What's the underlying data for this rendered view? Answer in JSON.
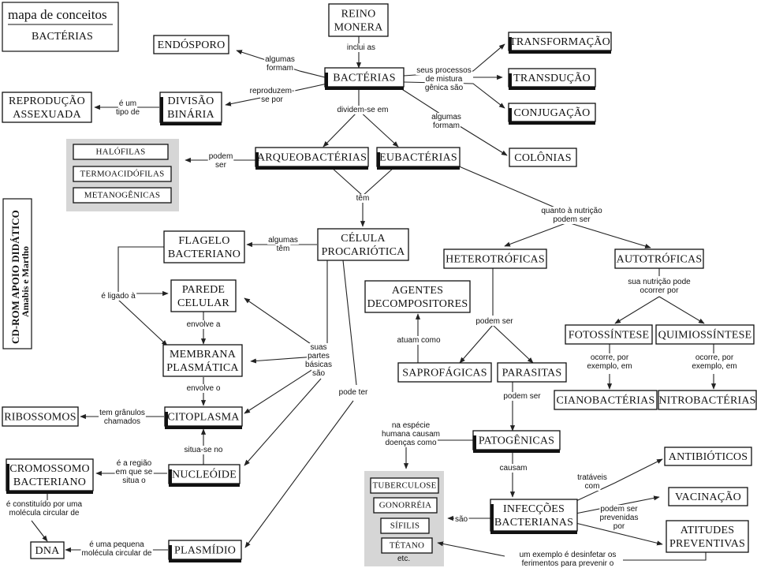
{
  "title": {
    "line1": "mapa de conceitos",
    "line2": "BACTÉRIAS"
  },
  "side_label": {
    "line1": "CD-ROM APOIO DIDÁTICO",
    "line2": "Amabis e Martho"
  },
  "nodes": {
    "reino": [
      "REINO",
      "MONERA"
    ],
    "bacterias": [
      "BACTÉRIAS"
    ],
    "endosporo": [
      "ENDÓSPORO"
    ],
    "transformacao": [
      "TRANSFORMAÇÃO"
    ],
    "transducao": [
      "TRANSDUÇÃO"
    ],
    "conjugacao": [
      "CONJUGAÇÃO"
    ],
    "colonias": [
      "COLÔNIAS"
    ],
    "divisao": [
      "DIVISÃO",
      "BINÁRIA"
    ],
    "reproducao": [
      "REPRODUÇÃO",
      "ASSEXUADA"
    ],
    "arqueo": [
      "ARQUEOBACTÉRIAS"
    ],
    "eubac": [
      "EUBACTÉRIAS"
    ],
    "halofilas": [
      "HALÓFILAS"
    ],
    "termo": [
      "TERMOACIDÓFILAS"
    ],
    "metano": [
      "METANOGÊNICAS"
    ],
    "celula": [
      "CÉLULA",
      "PROCARIÓTICA"
    ],
    "flagelo": [
      "FLAGELO",
      "BACTERIANO"
    ],
    "parede": [
      "PAREDE",
      "CELULAR"
    ],
    "membrana": [
      "MEMBRANA",
      "PLASMÁTICA"
    ],
    "citoplasma": [
      "CITOPLASMA"
    ],
    "ribossomos": [
      "RIBOSSOMOS"
    ],
    "nucleoide": [
      "NUCLEÓIDE"
    ],
    "cromossomo": [
      "CROMOSSOMO",
      "BACTERIANO"
    ],
    "dna": [
      "DNA"
    ],
    "plasmidio": [
      "PLASMÍDIO"
    ],
    "hetero": [
      "HETEROTRÓFICAS"
    ],
    "auto": [
      "AUTOTRÓFICAS"
    ],
    "agentes": [
      "AGENTES",
      "DECOMPOSITORES"
    ],
    "saprofagicas": [
      "SAPROFÁGICAS"
    ],
    "parasitas": [
      "PARASITAS"
    ],
    "foto": [
      "FOTOSSÍNTESE"
    ],
    "quimio": [
      "QUIMIOSSÍNTESE"
    ],
    "ciano": [
      "CIANOBACTÉRIAS"
    ],
    "nitro": [
      "NITROBACTÉRIAS"
    ],
    "patogenicas": [
      "PATOGÊNICAS"
    ],
    "infeccoes": [
      "INFECÇÕES",
      "BACTERIANAS"
    ],
    "tuberculose": [
      "TUBERCULOSE"
    ],
    "gonorreia": [
      "GONORRÉIA"
    ],
    "sifilis": [
      "SÍFILIS"
    ],
    "tetano": [
      "TÉTANO"
    ],
    "etc": "etc.",
    "antibioticos": [
      "ANTIBIÓTICOS"
    ],
    "vacinacao": [
      "VACINAÇÃO"
    ],
    "atitudes": [
      "ATITUDES",
      "PREVENTIVAS"
    ]
  },
  "links": {
    "inclui": [
      "inclui as"
    ],
    "algumas_formam": [
      "algumas",
      "formam"
    ],
    "processos": [
      "seus processos",
      "de mistura",
      "gênica são"
    ],
    "reproduzem": [
      "reproduzem-",
      "se por"
    ],
    "eum_tipo": [
      "é um",
      "tipo de"
    ],
    "dividem": [
      "dividem-se em"
    ],
    "algumas_formam2": [
      "algumas",
      "formam"
    ],
    "podem_ser1": [
      "podem",
      "ser"
    ],
    "tem": [
      "têm"
    ],
    "nutricao": [
      "quanto à nutrição",
      "podem ser"
    ],
    "algumas_tem": [
      "algumas",
      "têm"
    ],
    "ligado": [
      "é ligado à"
    ],
    "envolve_a": [
      "envolve a"
    ],
    "envolve_o": [
      "envolve o"
    ],
    "suas_partes": [
      "suas",
      "partes",
      "básicas",
      "são"
    ],
    "granulos": [
      "tem grânulos",
      "chamados"
    ],
    "situa": [
      "situa-se no"
    ],
    "regiao": [
      "é a região",
      "em que se",
      "situa o"
    ],
    "constituido": [
      "é constituído por uma",
      "molécula circular de"
    ],
    "pequena": [
      "é uma pequena",
      "molécula circular de"
    ],
    "pode_ter": [
      "pode ter"
    ],
    "podem_ser2": [
      "podem ser"
    ],
    "atuam": [
      "atuam como"
    ],
    "sua_nutricao": [
      "sua nutrição pode",
      "ocorrer por"
    ],
    "ocorre1": [
      "ocorre, por",
      "exemplo, em"
    ],
    "ocorre2": [
      "ocorre, por",
      "exemplo, em"
    ],
    "podem_ser3": [
      "podem ser"
    ],
    "causam": [
      "causam"
    ],
    "especie": [
      "na espécie",
      "humana causam",
      "doenças como"
    ],
    "sao": [
      "são"
    ],
    "trataveis": [
      "tratáveis",
      "com"
    ],
    "prevenidas": [
      "podem ser",
      "prevenidas",
      "por"
    ],
    "exemplo": [
      "um exemplo é desinfetar os",
      "ferimentos para prevenir o"
    ]
  }
}
